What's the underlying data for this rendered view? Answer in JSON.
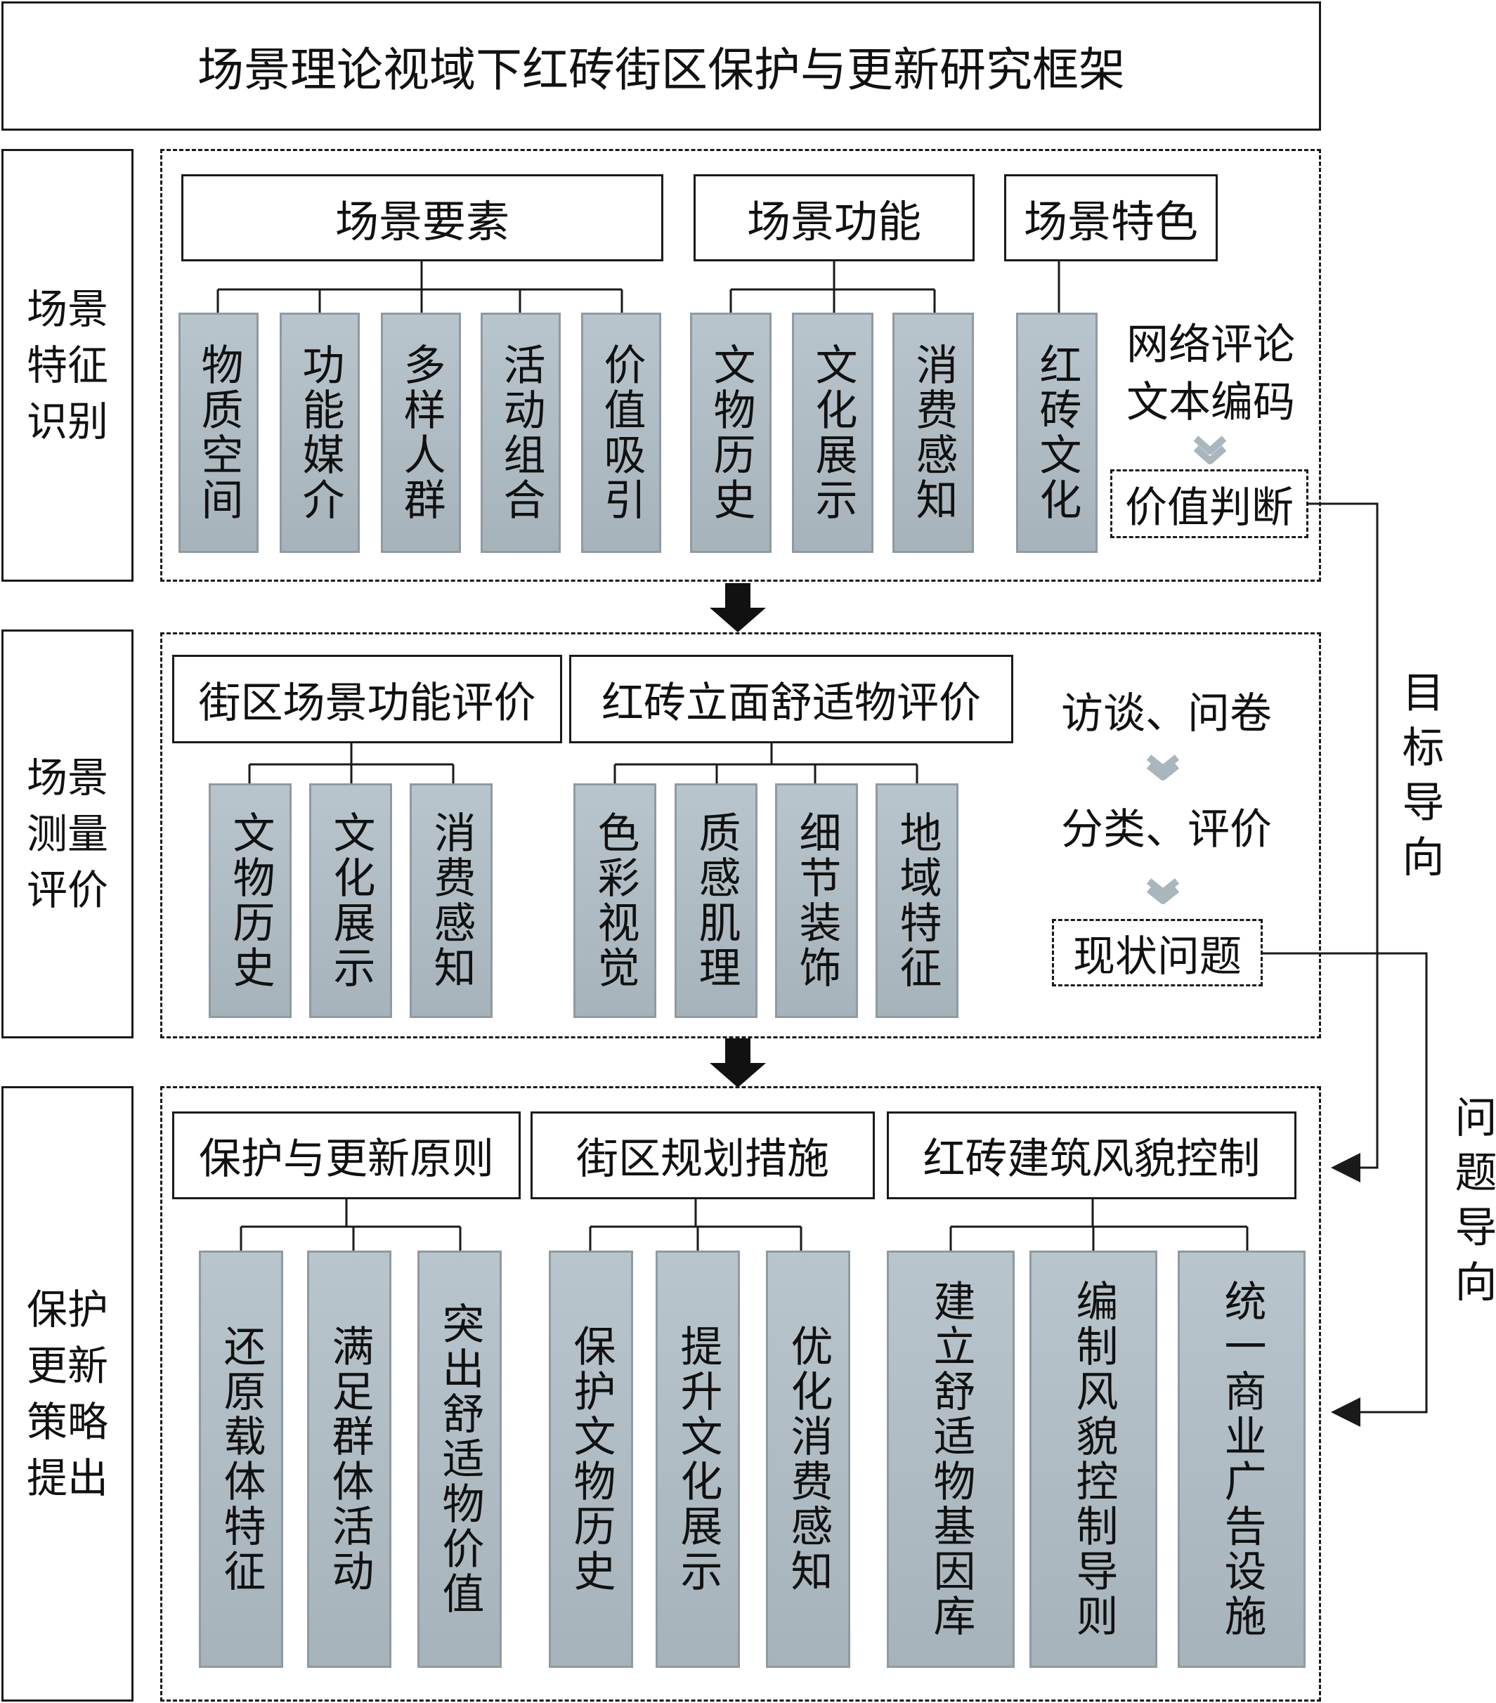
{
  "title": "场景理论视域下红砖街区保护与更新研究框架",
  "stages": [
    {
      "label": [
        "场景",
        "特征",
        "识别"
      ],
      "groups": [
        {
          "title": "场景要素",
          "items": [
            "物质空间",
            "功能媒介",
            "多样人群",
            "活动组合",
            "价值吸引"
          ]
        },
        {
          "title": "场景功能",
          "items": [
            "文物历史",
            "文化展示",
            "消费感知"
          ]
        },
        {
          "title": "场景特色",
          "items": [
            "红砖文化"
          ]
        }
      ],
      "method": {
        "steps": [
          "网络评论",
          "文本编码"
        ],
        "result": "价值判断"
      }
    },
    {
      "label": [
        "场景",
        "测量",
        "评价"
      ],
      "groups": [
        {
          "title": "街区场景功能评价",
          "items": [
            "文物历史",
            "文化展示",
            "消费感知"
          ]
        },
        {
          "title": "红砖立面舒适物评价",
          "items": [
            "色彩视觉",
            "质感肌理",
            "细节装饰",
            "地域特征"
          ]
        }
      ],
      "method": {
        "steps": [
          "访谈、问卷",
          "分类、评价"
        ],
        "result": "现状问题"
      }
    },
    {
      "label": [
        "保护",
        "更新",
        "策略",
        "提出"
      ],
      "groups": [
        {
          "title": "保护与更新原则",
          "items": [
            "还原载体特征",
            "满足群体活动",
            "突出舒适物价值"
          ]
        },
        {
          "title": "街区规划措施",
          "items": [
            "保护文物历史",
            "提升文化展示",
            "优化消费感知"
          ]
        },
        {
          "title": "红砖建筑风貌控制",
          "items": [
            "建立舒适物基因库",
            "编制风貌控制导则",
            "统一商业广告设施"
          ]
        }
      ]
    }
  ],
  "side_labels": {
    "goal": "目标导向",
    "problem": "问题导向"
  },
  "colors": {
    "leaf_fill": "#b0bcc3",
    "line": "#1a1a1a"
  }
}
